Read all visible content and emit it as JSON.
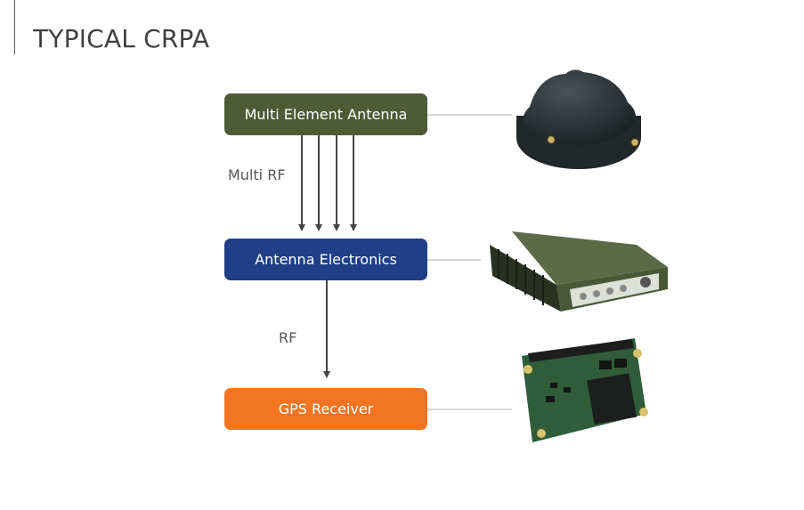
{
  "title": "TYPICAL CRPA",
  "nodes": [
    {
      "label": "Multi Element Antenna",
      "color": "#4f5a36",
      "image": "antenna-puck-image"
    },
    {
      "label": "Antenna Electronics",
      "color": "#203f86",
      "image": "electronics-enclosure-image"
    },
    {
      "label": "GPS Receiver",
      "color": "#f37421",
      "image": "receiver-board-image"
    }
  ],
  "edges": [
    {
      "from": "Multi Element Antenna",
      "to": "Antenna Electronics",
      "label": "Multi RF",
      "count": 4
    },
    {
      "from": "Antenna Electronics",
      "to": "GPS Receiver",
      "label": "RF",
      "count": 1
    }
  ]
}
